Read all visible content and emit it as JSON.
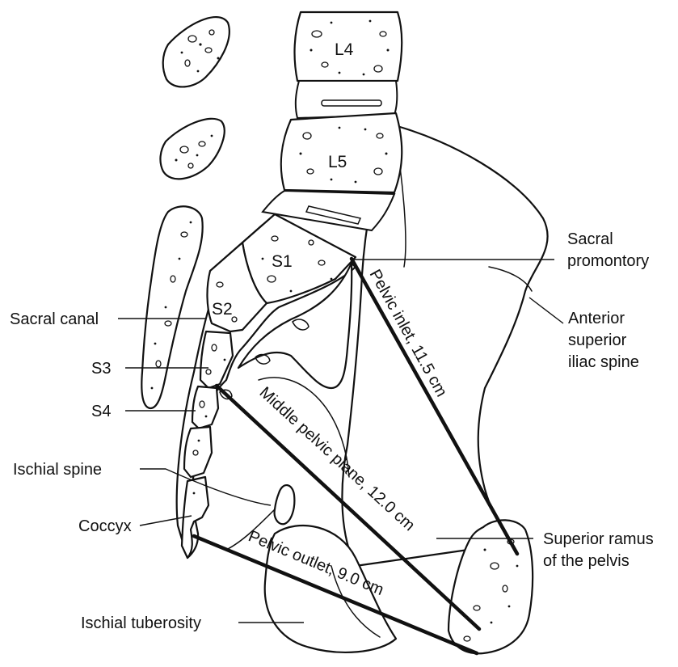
{
  "vertebrae": {
    "l4": "L4",
    "l5": "L5",
    "s1": "S1",
    "s2": "S2"
  },
  "labels": {
    "sacral_promontory": [
      "Sacral",
      "promontory"
    ],
    "anterior_superior_iliac_spine": [
      "Anterior",
      "superior",
      "iliac spine"
    ],
    "sacral_canal": "Sacral canal",
    "s3": "S3",
    "s4": "S4",
    "ischial_spine": "Ischial spine",
    "coccyx": "Coccyx",
    "superior_ramus": [
      "Superior ramus",
      "of the pelvis"
    ],
    "ischial_tuberosity": "Ischial tuberosity"
  },
  "measurements": {
    "pelvic_inlet": "Pelvic inlet, 11.5 cm",
    "middle_pelvic_plane": "Middle pelvic plane, 12.0 cm",
    "pelvic_outlet": "Pelvic outlet, 9.0 cm"
  }
}
